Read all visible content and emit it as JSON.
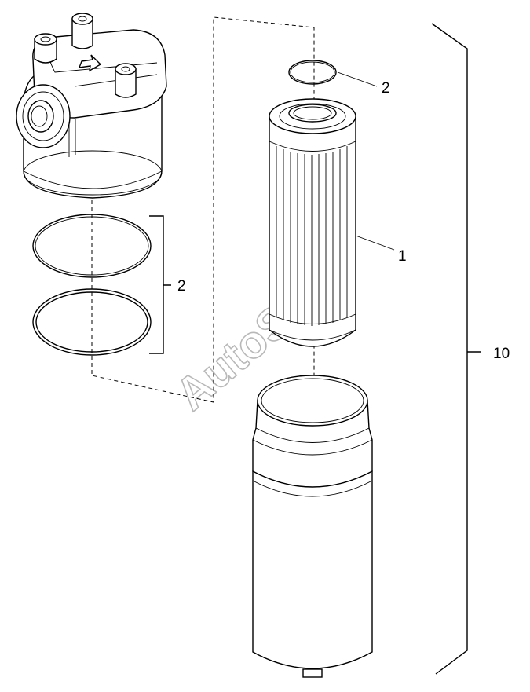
{
  "callouts": {
    "filter_element": "1",
    "seal_small": "2",
    "seals_pair": "2",
    "filter_kit": "10"
  },
  "watermark": "AutoSoft"
}
